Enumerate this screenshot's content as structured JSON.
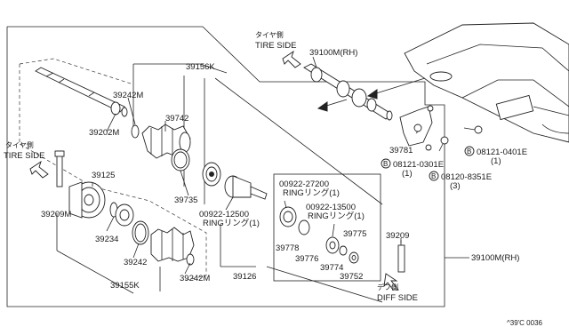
{
  "labels": {
    "tire_side_top_jp": "タイヤ側",
    "tire_side_top": "TIRE SIDE",
    "tire_side_left_jp": "タイヤ側",
    "tire_side_left": "TIRE SIDE",
    "diff_side_jp": "デフ側",
    "diff_side": "DIFF SIDE",
    "p39100m_rh_top": "39100M(RH)",
    "p39100m_rh_right": "39100M(RH)",
    "p39156k": "39156K",
    "p39242m_top": "39242M",
    "p39742": "39742",
    "p39202m": "39202M",
    "p39125": "39125",
    "p39209m": "39209M",
    "p39234": "39234",
    "p39242": "39242",
    "p39242m_bottom": "39242M",
    "p39155k": "39155K",
    "p39735": "39735",
    "ring1_code": "00922-12500",
    "ring1_text": "RINGリング(1)",
    "ring2_code": "00922-27200",
    "ring2_text": "RINGリング(1)",
    "ring3_code": "00922-13500",
    "ring3_text": "RINGリング(1)",
    "p39775": "39775",
    "p39778": "39778",
    "p39776": "39776",
    "p39774": "39774",
    "p39752": "39752",
    "p39126": "39126",
    "p39209": "39209",
    "p39781": "39781",
    "bolt1_code": "08121-0401E",
    "bolt1_qty": "(1)",
    "bolt2_code": "08121-0301E",
    "bolt2_qty": "(1)",
    "bolt3_code": "08120-8351E",
    "bolt3_qty": "(3)",
    "bolt_marker": "B",
    "footer_code": "^39'C 0036"
  }
}
